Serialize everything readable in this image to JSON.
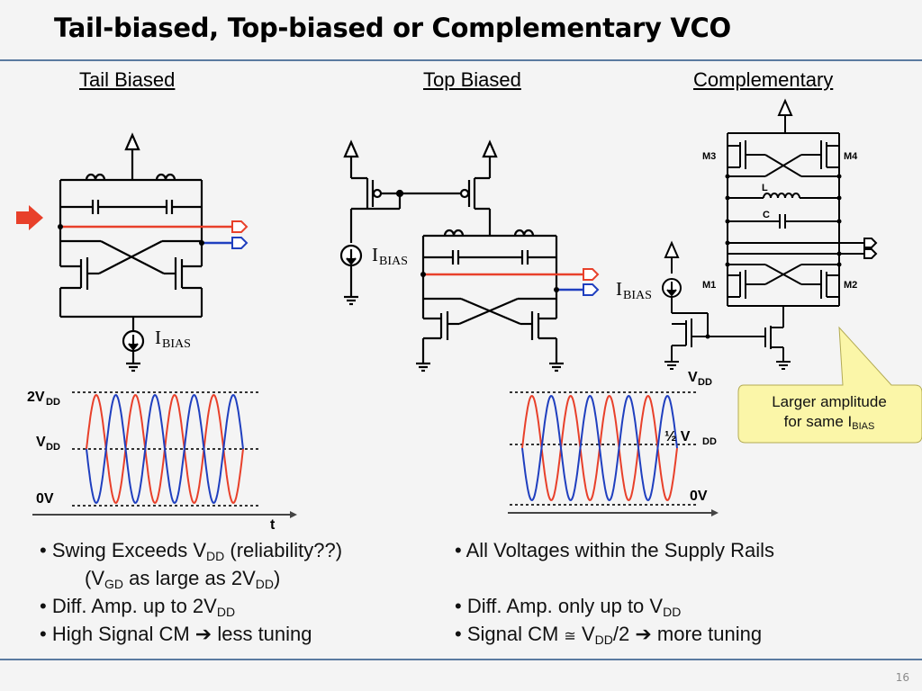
{
  "slide": {
    "title": "Tail-biased, Top-biased or Complementary VCO",
    "page_number": "16"
  },
  "columns": {
    "tail": "Tail Biased ",
    "top": "Top Biased",
    "comp": "Complementary"
  },
  "labels": {
    "i": "I",
    "bias_sub": "BIAS",
    "m1": "M1",
    "m2": "M2",
    "m3": "M3",
    "m4": "M4",
    "L": "L",
    "C": "C"
  },
  "waveform_left": {
    "two_vdd": "2V",
    "vdd": "V",
    "dd_sub": "DD",
    "zero": "0V",
    "t": "t"
  },
  "waveform_right": {
    "vdd": "V",
    "dd_sub": "DD",
    "half": "½ V",
    "zero": "0V"
  },
  "callout": {
    "line1": "Larger amplitude",
    "line2_prefix": "for same I",
    "line2_sub": "BIAS"
  },
  "bullets_left": {
    "b1_pre": "• Swing Exceeds V",
    "b1_sub": "DD",
    "b1_post": " (reliability??)",
    "b2_pre": "(V",
    "b2_sub1": "GD",
    "b2_mid": " as large as 2V",
    "b2_sub2": "DD",
    "b2_post": ")",
    "b3_pre": "• Diff. Amp. up to 2V",
    "b3_sub": "DD",
    "b4_pre": "• High Signal CM ",
    "arrow": "➔",
    "b4_post": " less tuning"
  },
  "bullets_right": {
    "b1": "• All Voltages within the Supply Rails",
    "b2_pre": "• Diff. Amp. only up to V",
    "b2_sub": "DD",
    "b3_pre": "• Signal CM ",
    "approx": "≅",
    "b3_mid": " V",
    "b3_sub": "DD",
    "b3_post": "/2 ",
    "arrow": "➔",
    "b3_end": " more tuning"
  },
  "colors": {
    "red": "#e8402a",
    "blue": "#1f3fbf",
    "rule": "#5a7aa0",
    "callout_fill": "#fbf6a8"
  }
}
